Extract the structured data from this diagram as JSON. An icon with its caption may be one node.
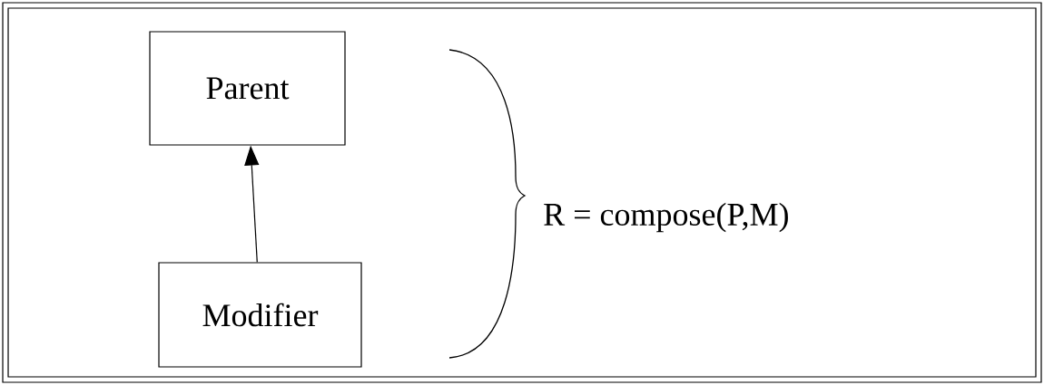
{
  "diagram": {
    "nodes": [
      {
        "text": [
          "Parent"
        ]
      },
      {
        "text": [
          "Modifier"
        ]
      }
    ],
    "edges": [
      {
        "from": 1,
        "to": 0,
        "arrow": "to"
      }
    ],
    "labels": [
      "R = compose(P,M)"
    ]
  }
}
